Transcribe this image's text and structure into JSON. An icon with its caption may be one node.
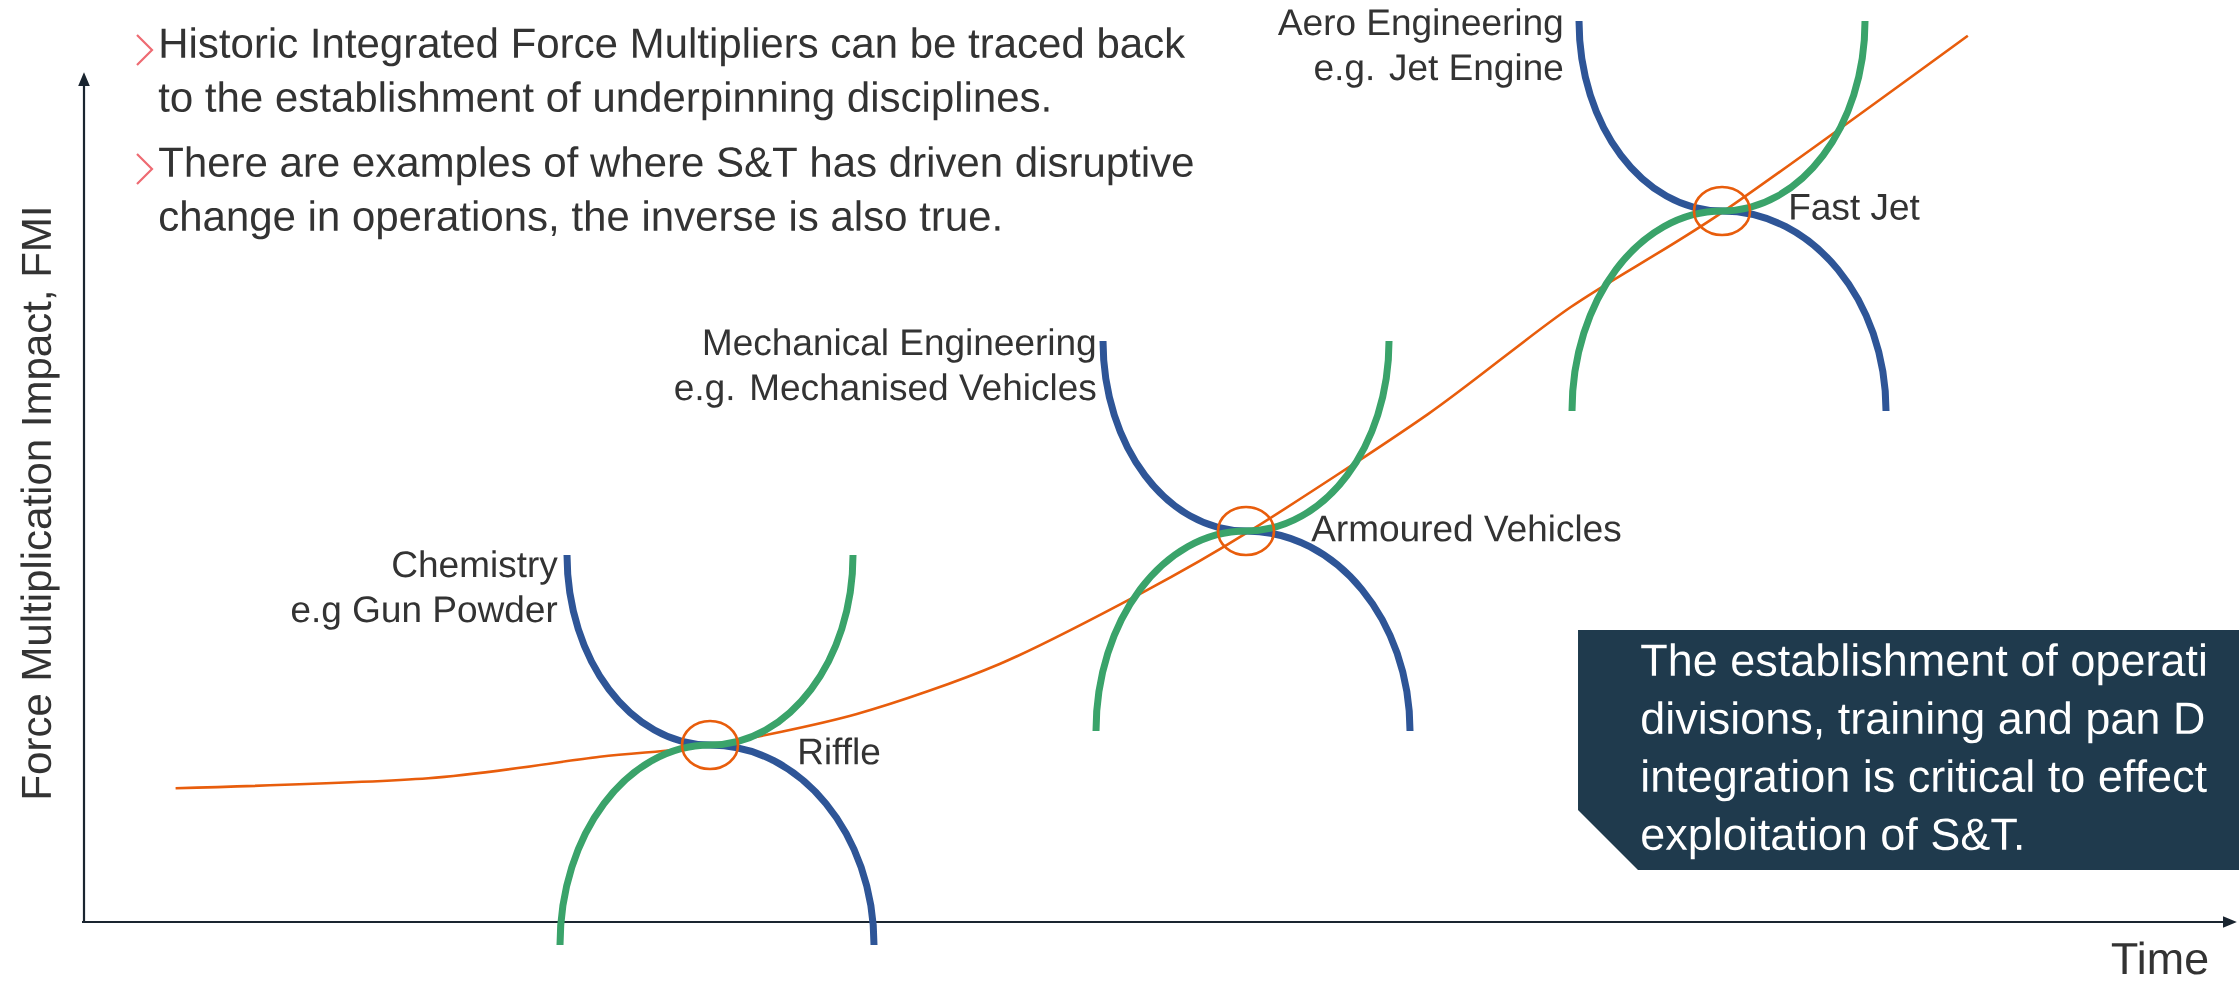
{
  "diagram": {
    "nodes": [
      {
        "text": [
          "The establishment of operati divisions, training and pan D integration is critical to effect exploitation of S&T."
        ]
      }
    ],
    "labels": [
      "Historic Integrated Force Multipliers can be traced back to the establishment of underpinning disciplines.",
      "There are examples of where S&T has driven disruptive change in operations, the inverse is also true.",
      "Aero Engineering e.g. Jet Engine",
      "Fast Jet",
      "Mechanical Engineering e.g. Mechanised Vehicles",
      "Armoured Vehicles",
      "Chemistry e.g Gun Powder",
      "Riffle",
      "Force Multiplication Impact, FMI",
      "Time"
    ]
  }
}
